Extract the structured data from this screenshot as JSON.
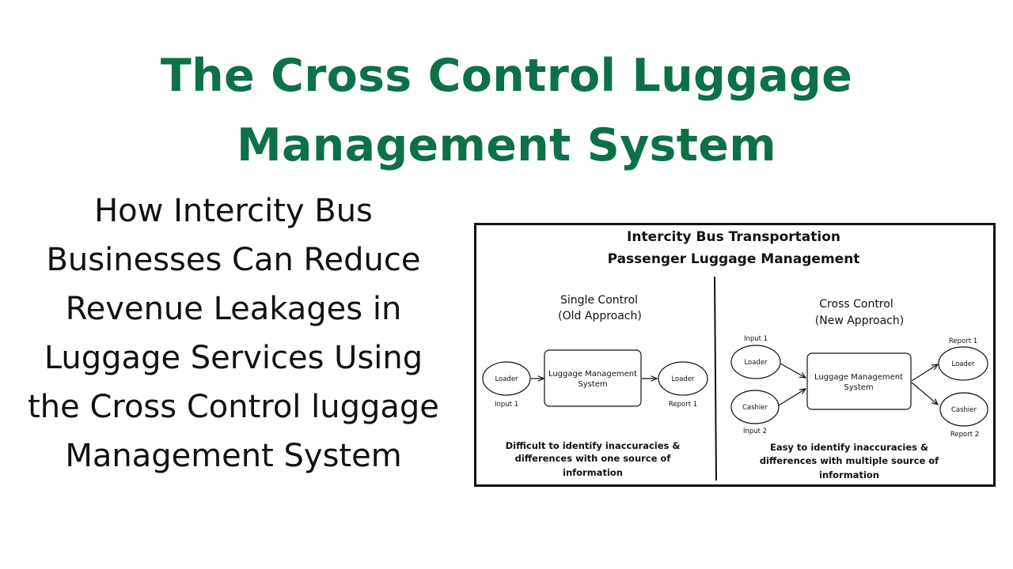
{
  "title": {
    "line1": "The Cross Control Luggage",
    "line2": "Management System"
  },
  "subtitle": {
    "lines": [
      "How Intercity Bus",
      "Businesses Can Reduce",
      "Revenue Leakages in",
      "Luggage Services Using",
      "the Cross Control luggage",
      "Management System"
    ]
  },
  "diagram": {
    "heading_line1": "Intercity Bus Transportation",
    "heading_line2": "Passenger Luggage Management",
    "single": {
      "title_line1": "Single Control",
      "title_line2": "(Old  Approach)",
      "input_node": "Loader",
      "input_label": "Input 1",
      "system_line1": "Luggage Management",
      "system_line2": "System",
      "output_node": "Loader",
      "output_label": "Report 1",
      "note_line1": "Difficult to identify inaccuracies &",
      "note_line2": "differences with one source of",
      "note_line3": "information"
    },
    "cross": {
      "title_line1": "Cross Control",
      "title_line2": "(New  Approach)",
      "input1_node": "Loader",
      "input1_label": "Input 1",
      "input2_node": "Cashier",
      "input2_label": "Input 2",
      "system_line1": "Luggage Management",
      "system_line2": "System",
      "output1_node": "Loader",
      "output1_label": "Report 1",
      "output2_node": "Cashier",
      "output2_label": "Report 2",
      "note_line1": "Easy to identify inaccuracies &",
      "note_line2": "differences with multiple source of",
      "note_line3": "information"
    }
  }
}
